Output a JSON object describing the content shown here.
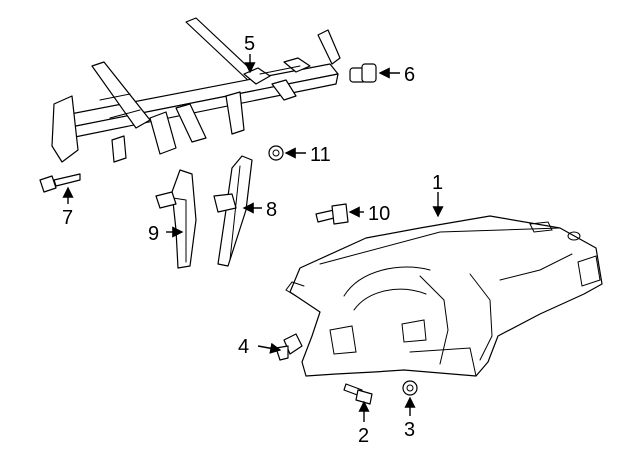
{
  "callouts": [
    {
      "id": "1",
      "label": "1"
    },
    {
      "id": "2",
      "label": "2"
    },
    {
      "id": "3",
      "label": "3"
    },
    {
      "id": "4",
      "label": "4"
    },
    {
      "id": "5",
      "label": "5"
    },
    {
      "id": "6",
      "label": "6"
    },
    {
      "id": "7",
      "label": "7"
    },
    {
      "id": "8",
      "label": "8"
    },
    {
      "id": "9",
      "label": "9"
    },
    {
      "id": "10",
      "label": "10"
    },
    {
      "id": "11",
      "label": "11"
    }
  ],
  "colors": {
    "line": "#000000",
    "background": "#ffffff"
  }
}
